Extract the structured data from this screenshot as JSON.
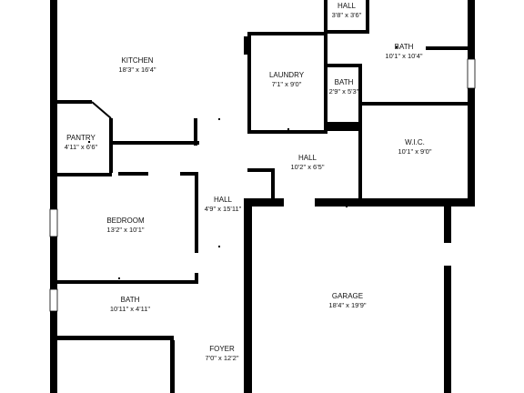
{
  "plan": {
    "rooms": [
      {
        "key": "kitchen",
        "name": "KITCHEN",
        "dims": "18'3\" x 16'4\""
      },
      {
        "key": "pantry",
        "name": "PANTRY",
        "dims": "4'11\" x 6'6\""
      },
      {
        "key": "laundry",
        "name": "LAUNDRY",
        "dims": "7'1\" x 9'0\""
      },
      {
        "key": "hall_top",
        "name": "HALL",
        "dims": "3'8\" x 3'6\""
      },
      {
        "key": "bath_top",
        "name": "BATH",
        "dims": "10'1\" x 10'4\""
      },
      {
        "key": "bath_small",
        "name": "BATH",
        "dims": "2'9\" x 5'3\""
      },
      {
        "key": "wic",
        "name": "W.I.C.",
        "dims": "10'1\" x 9'0\""
      },
      {
        "key": "hall_mid",
        "name": "HALL",
        "dims": "10'2\" x 6'5\""
      },
      {
        "key": "hall_left",
        "name": "HALL",
        "dims": "4'9\" x 15'11\""
      },
      {
        "key": "bedroom",
        "name": "BEDROOM",
        "dims": "13'2\" x 10'1\""
      },
      {
        "key": "bath_low",
        "name": "BATH",
        "dims": "10'11\" x 4'11\""
      },
      {
        "key": "garage",
        "name": "GARAGE",
        "dims": "18'4\" x 19'9\""
      },
      {
        "key": "foyer",
        "name": "FOYER",
        "dims": "7'0\" x 12'2\""
      }
    ]
  }
}
